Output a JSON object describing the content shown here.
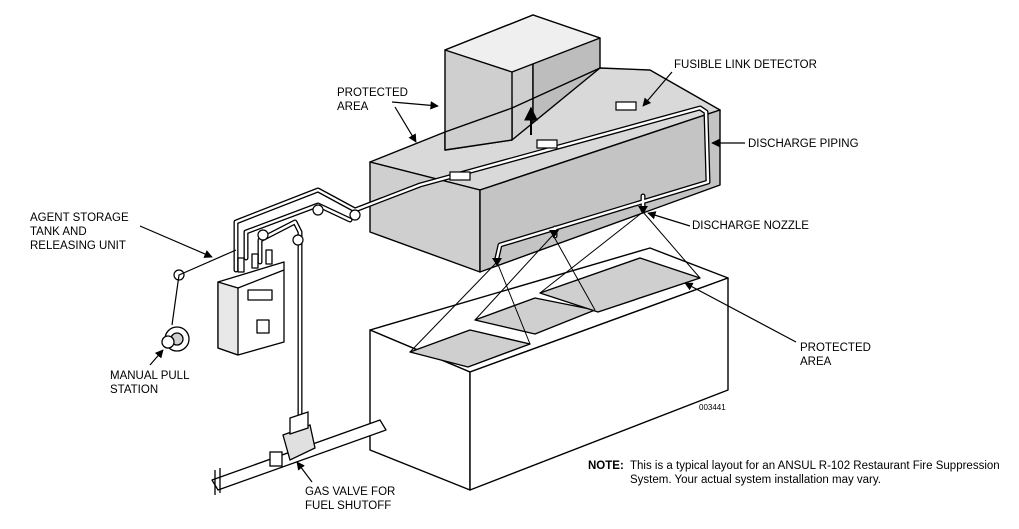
{
  "labels": {
    "protected_area_hood": "PROTECTED\nAREA",
    "fusible_link_detector": "FUSIBLE LINK DETECTOR",
    "discharge_piping": "DISCHARGE PIPING",
    "agent_storage": "AGENT STORAGE\nTANK AND\nRELEASING UNIT",
    "discharge_nozzle": "DISCHARGE NOZZLE",
    "protected_area_appliance": "PROTECTED\nAREA",
    "manual_pull_station": "MANUAL PULL\nSTATION",
    "gas_valve": "GAS VALVE FOR\nFUEL SHUTOFF",
    "figure_code": "003441"
  },
  "note": {
    "label": "NOTE:",
    "text": "This is a typical layout for an ANSUL R-102 Restaurant Fire Suppression System. Your actual system installation may vary."
  },
  "colors": {
    "gray_fill": "#cfcfcf",
    "light_fill": "#ebebeb",
    "line": "#000000"
  }
}
